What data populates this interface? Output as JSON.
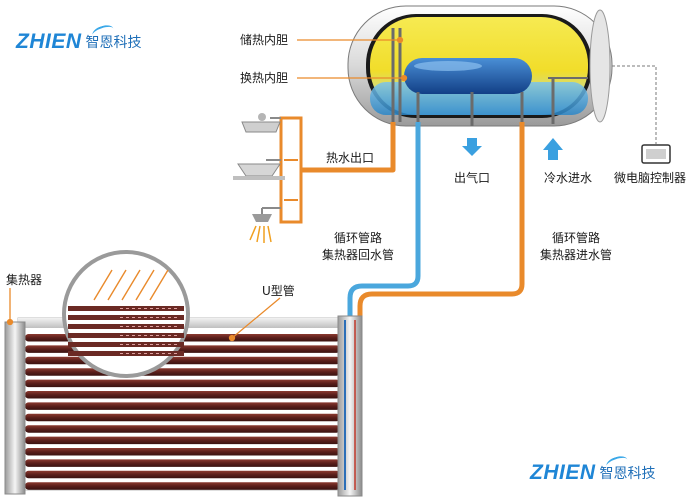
{
  "brand": {
    "word": "ZHIEN",
    "cn": "智恩科技"
  },
  "labels": {
    "storage_tank": "储热内胆",
    "exchange_tank": "换热内胆",
    "hot_outlet": "热水出口",
    "air_outlet": "出气口",
    "cold_inlet": "冷水进水",
    "controller": "微电脑控制器",
    "return_pipe_line1": "循环管路",
    "return_pipe_line2": "集热器回水管",
    "supply_pipe_line1": "循环管路",
    "supply_pipe_line2": "集热器进水管",
    "collector": "集热器",
    "u_tube": "U型管"
  },
  "colors": {
    "hot_pipe": "#e98a2b",
    "cold_pipe": "#4aa7dd",
    "tank_fill": "#f3e23a",
    "exchange_tank": "#1f5fb0",
    "collector_tube": "#6b2a24",
    "brand": "#1f86d6"
  }
}
